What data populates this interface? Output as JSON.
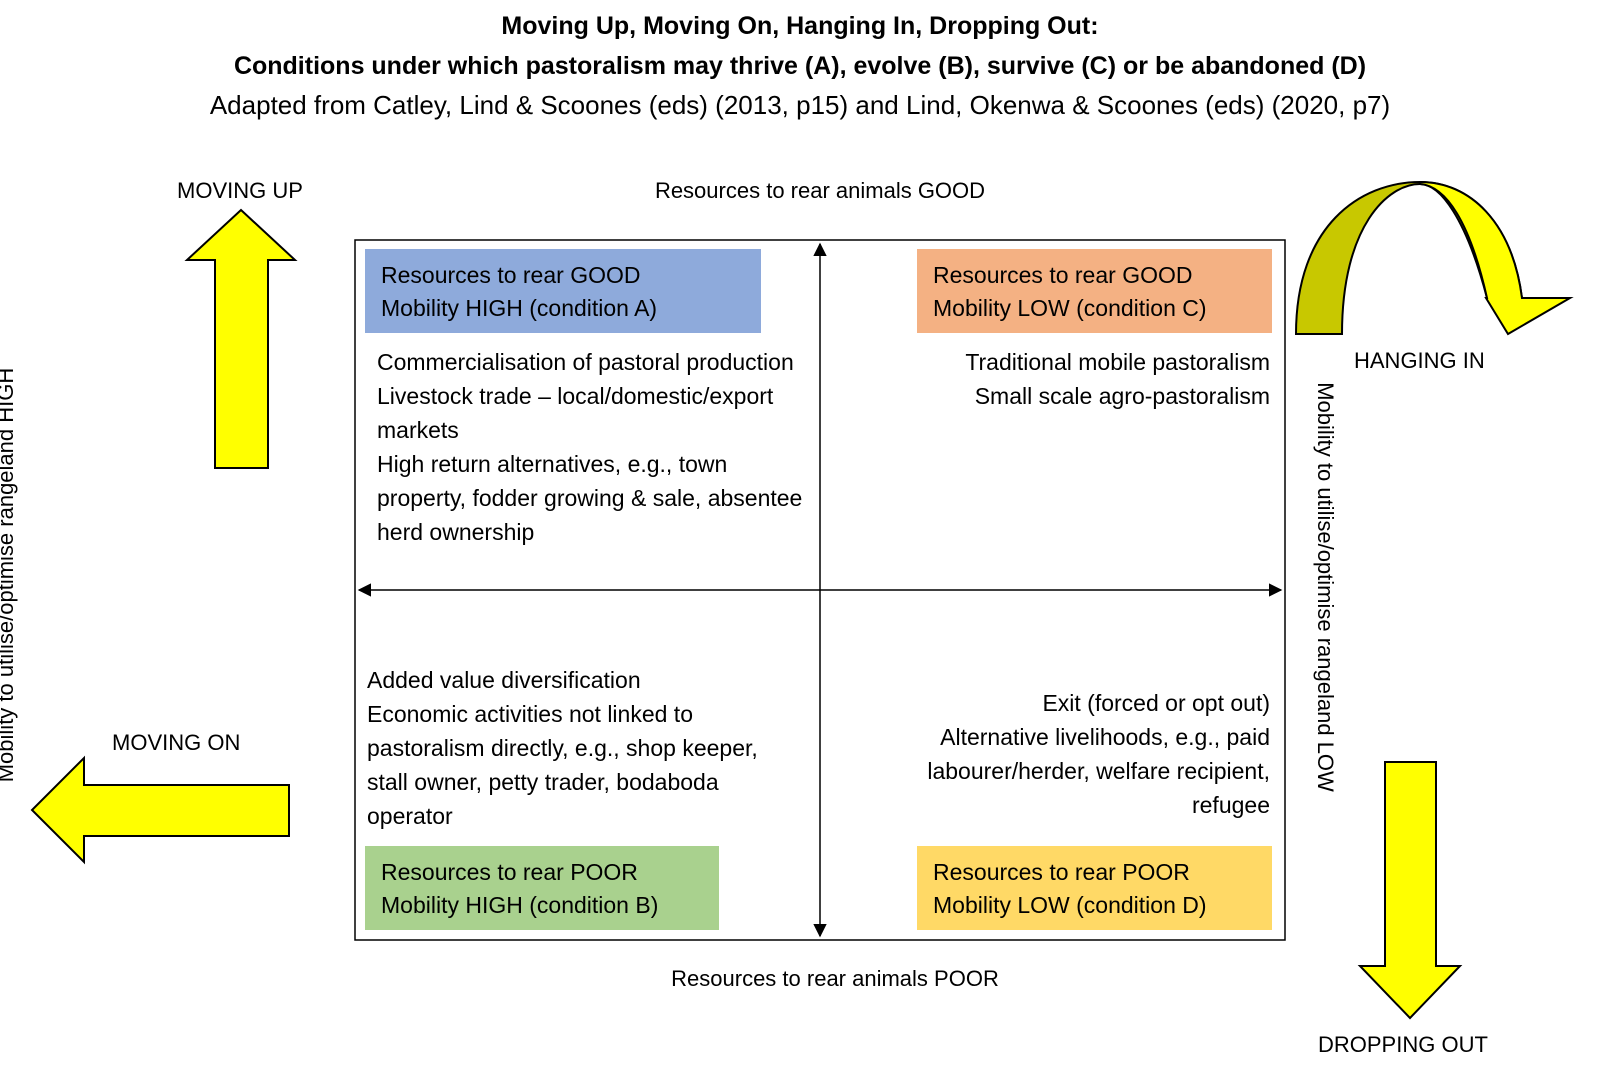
{
  "title": {
    "line1": "Moving Up, Moving On, Hanging In, Dropping Out:",
    "line2": "Conditions under which pastoralism may thrive (A), evolve (B), survive (C) or be abandoned (D)",
    "source": "Adapted from Catley, Lind & Scoones (eds) (2013, p15) and Lind, Okenwa & Scoones (eds) (2020, p7)"
  },
  "axes": {
    "top": "Resources to rear animals GOOD",
    "bottom": "Resources to rear animals POOR",
    "left": "Mobility to utilise/optimise rangeland HIGH",
    "right": "Mobility to utilise/optimise rangeland LOW"
  },
  "arrows": {
    "moving_up": "MOVING UP",
    "moving_on": "MOVING ON",
    "hanging_in": "HANGING IN",
    "dropping_out": "DROPPING OUT"
  },
  "quadrants": {
    "A": {
      "line1": "Resources to rear GOOD",
      "line2": "Mobility HIGH (condition A)",
      "color": "#8eaadb",
      "items": [
        "Commercialisation of pastoral production",
        "Livestock trade – local/domestic/export markets",
        "High return alternatives, e.g., town property, fodder growing & sale, absentee herd ownership"
      ]
    },
    "C": {
      "line1": "Resources to rear GOOD",
      "line2": "Mobility LOW (condition C)",
      "color": "#f4b183",
      "items": [
        "Traditional mobile pastoralism",
        "Small scale agro-pastoralism"
      ]
    },
    "B": {
      "line1": "Resources to rear POOR",
      "line2": "Mobility HIGH (condition B)",
      "color": "#a9d18e",
      "items": [
        "Added value diversification",
        "Economic activities not linked to pastoralism directly, e.g., shop keeper, stall owner, petty trader, bodaboda operator"
      ]
    },
    "D": {
      "line1": "Resources to rear POOR",
      "line2": "Mobility LOW (condition D)",
      "color": "#ffd966",
      "items": [
        "Exit (forced or opt out)",
        "Alternative livelihoods, e.g., paid labourer/herder, welfare recipient, refugee"
      ]
    }
  },
  "colors": {
    "arrow_fill": "#ffff00",
    "arrow_stroke": "#000000",
    "curved_arrow_shade": "#c8c800"
  }
}
